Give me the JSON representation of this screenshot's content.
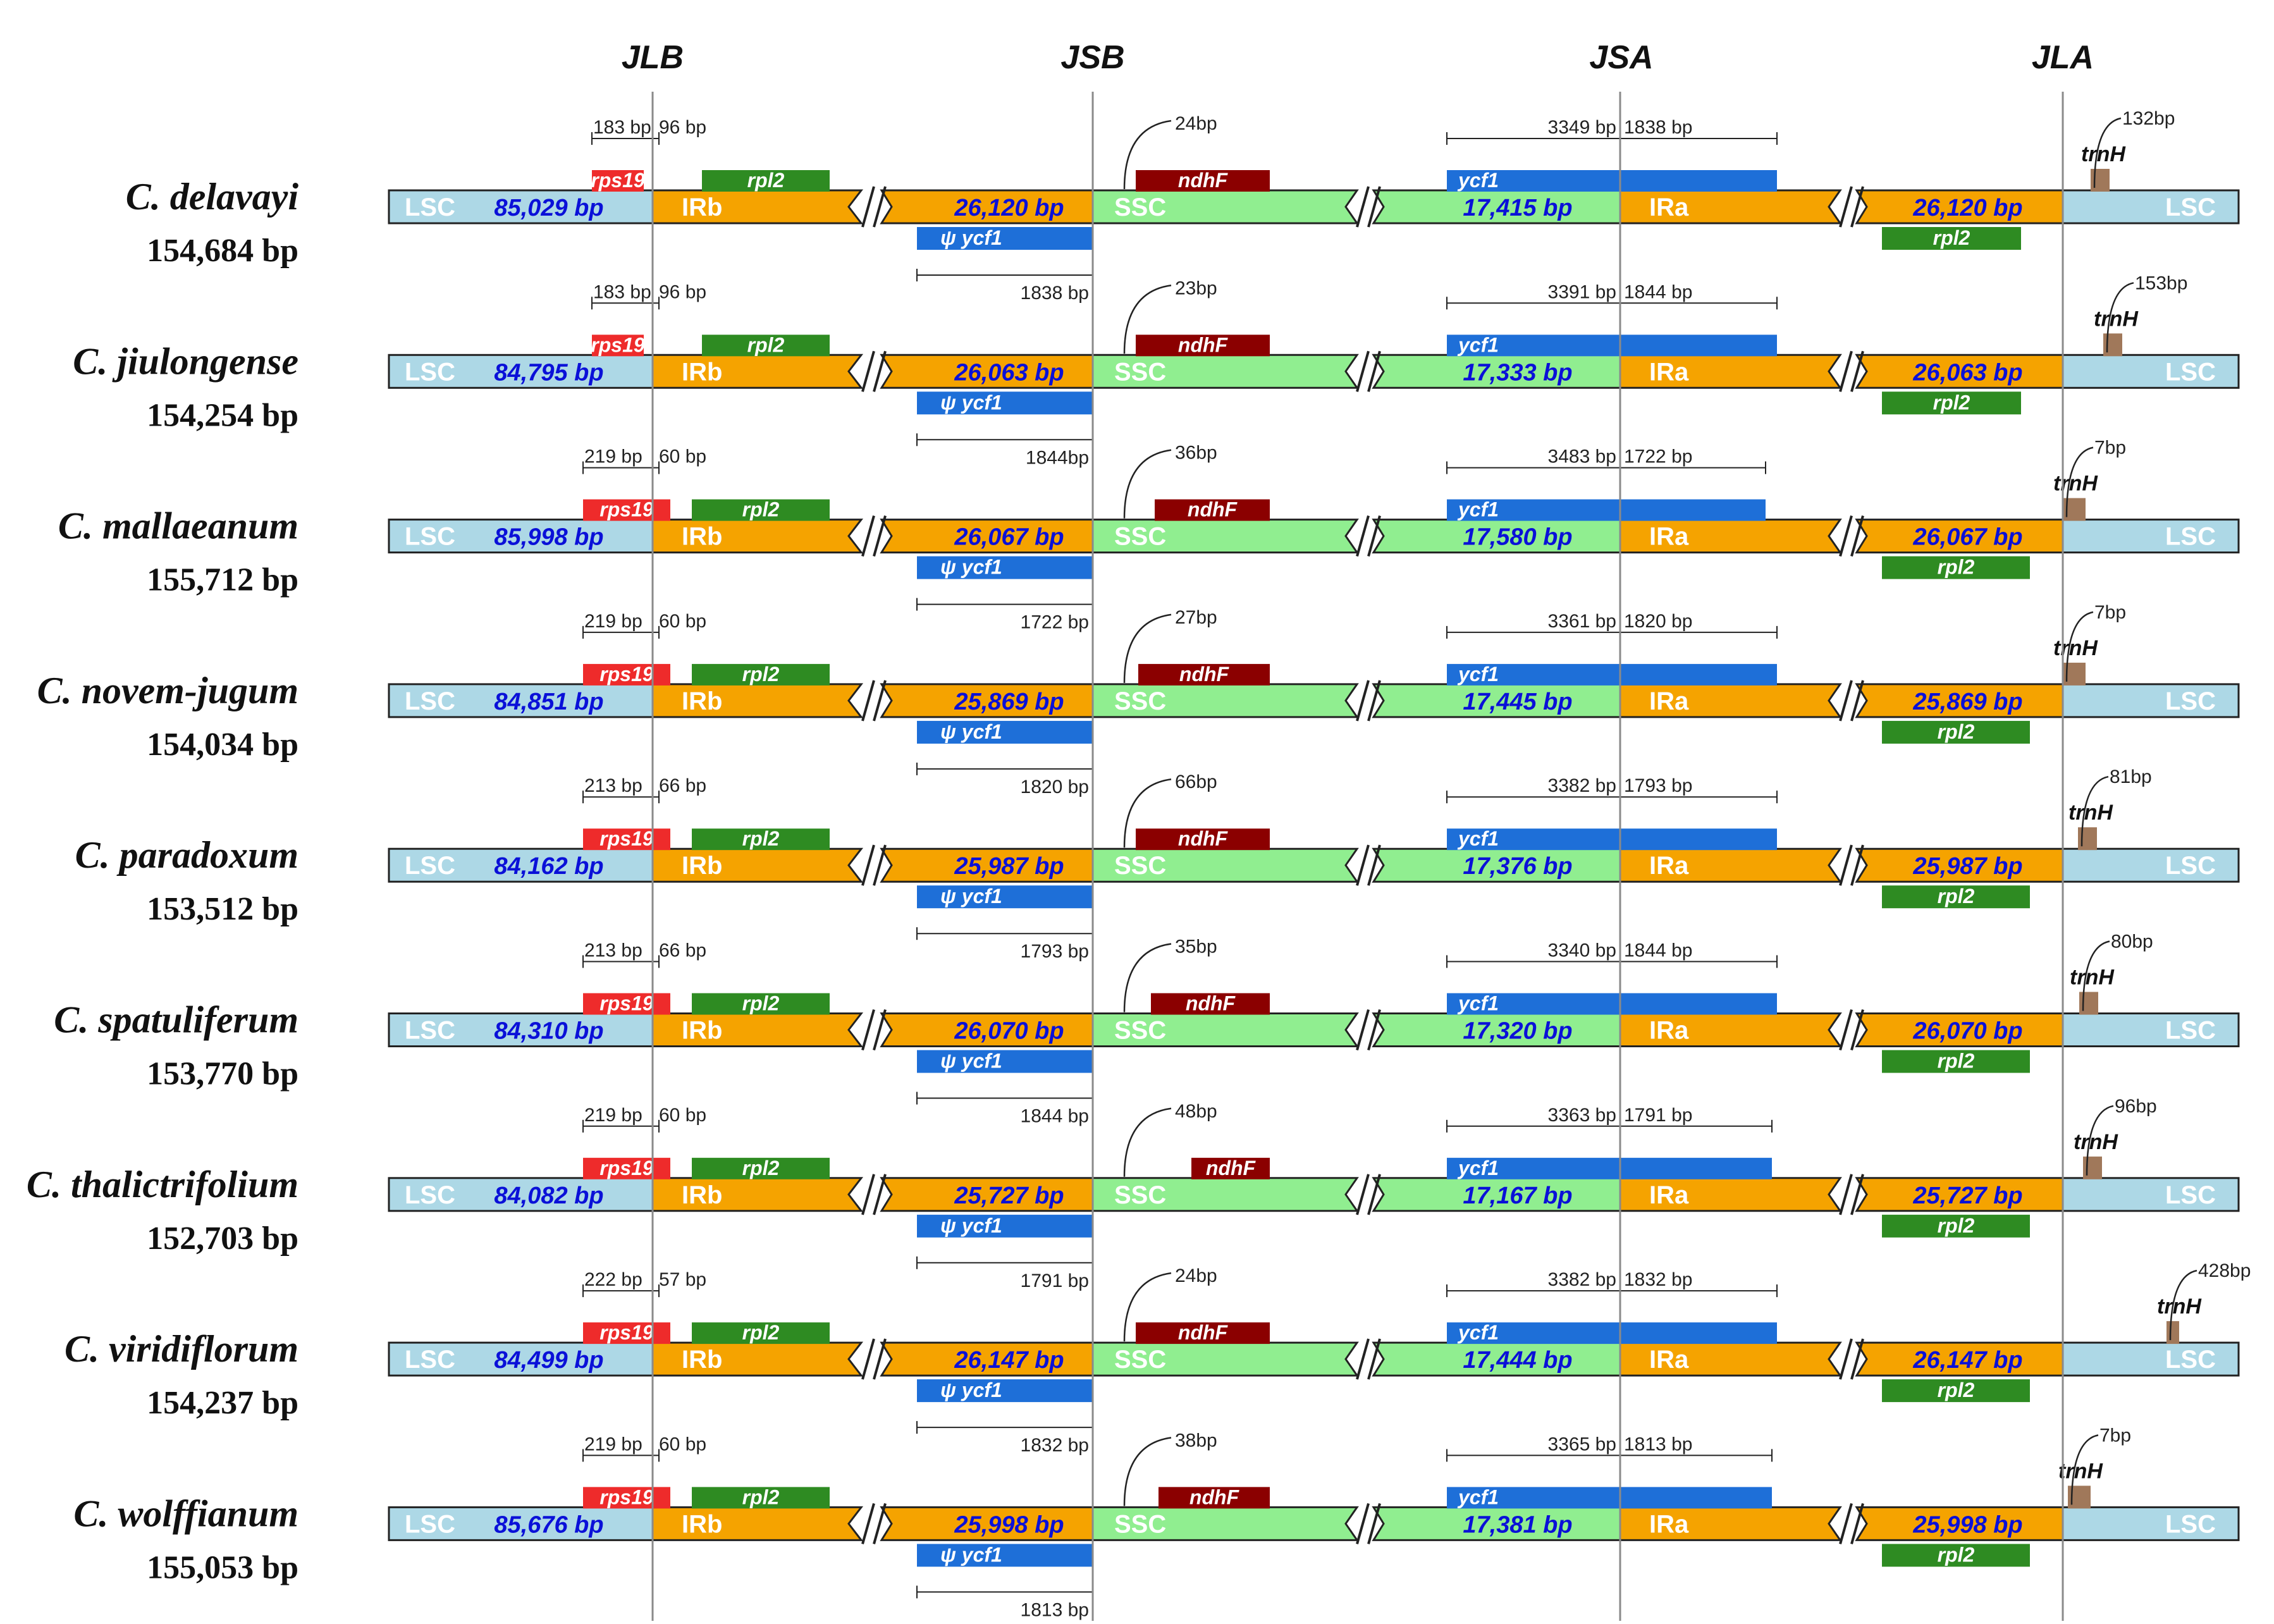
{
  "junctions": [
    "JLB",
    "JSB",
    "JSA",
    "JLA"
  ],
  "colors": {
    "lsc": "#add8e6",
    "ir": "#f5a300",
    "ssc": "#90ee90",
    "rps19": "#ee2b2b",
    "rpl2": "#2e8b22",
    "ycf1": "#1e6fd8",
    "ndhF": "#8b0000",
    "trnH": "#a0785a",
    "length_text": "#0a10d8",
    "region_label": "#ffffff"
  },
  "region_labels": {
    "lsc": "LSC",
    "irb": "IRb",
    "ssc": "SSC",
    "ira": "IRa"
  },
  "gene_labels": {
    "rps19": "rps19",
    "rpl2": "rpl2",
    "ndhF": "ndhF",
    "ycf1": "ycf1",
    "psi_ycf1": "ψ ycf1",
    "trnH": "trnH"
  },
  "species": [
    {
      "name": "C. delavayi",
      "total": "154,684 bp",
      "lsc": "85,029 bp",
      "ir": "26,120 bp",
      "ssc": "17,415 bp",
      "rps19_l": "183 bp",
      "rps19_r": "96 bp",
      "ndhf": "24bp",
      "ycf1_l": "3349 bp",
      "ycf1_r": "1838 bp",
      "psi": "1838 bp",
      "trnh": "132bp"
    },
    {
      "name": "C. jiulongense",
      "total": "154,254 bp",
      "lsc": "84,795 bp",
      "ir": "26,063 bp",
      "ssc": "17,333 bp",
      "rps19_l": "183 bp",
      "rps19_r": "96 bp",
      "ndhf": "23bp",
      "ycf1_l": "3391 bp",
      "ycf1_r": "1844 bp",
      "psi": "1844bp",
      "trnh": "153bp"
    },
    {
      "name": "C. mallaeanum",
      "total": "155,712 bp",
      "lsc": "85,998 bp",
      "ir": "26,067 bp",
      "ssc": "17,580 bp",
      "rps19_l": "219 bp",
      "rps19_r": "60 bp",
      "ndhf": "36bp",
      "ycf1_l": "3483 bp",
      "ycf1_r": "1722 bp",
      "psi": "1722 bp",
      "trnh": "7bp"
    },
    {
      "name": "C. novem-jugum",
      "total": "154,034 bp",
      "lsc": "84,851 bp",
      "ir": "25,869 bp",
      "ssc": "17,445 bp",
      "rps19_l": "219 bp",
      "rps19_r": "60 bp",
      "ndhf": "27bp",
      "ycf1_l": "3361 bp",
      "ycf1_r": "1820 bp",
      "psi": "1820 bp",
      "trnh": "7bp"
    },
    {
      "name": "C. paradoxum",
      "total": "153,512 bp",
      "lsc": "84,162 bp",
      "ir": "25,987 bp",
      "ssc": "17,376 bp",
      "rps19_l": "213 bp",
      "rps19_r": "66 bp",
      "ndhf": "66bp",
      "ycf1_l": "3382 bp",
      "ycf1_r": "1793 bp",
      "psi": "1793 bp",
      "trnh": "81bp"
    },
    {
      "name": "C. spatuliferum",
      "total": "153,770 bp",
      "lsc": "84,310 bp",
      "ir": "26,070 bp",
      "ssc": "17,320 bp",
      "rps19_l": "213 bp",
      "rps19_r": "66 bp",
      "ndhf": "35bp",
      "ycf1_l": "3340 bp",
      "ycf1_r": "1844 bp",
      "psi": "1844 bp",
      "trnh": "80bp"
    },
    {
      "name": "C. thalictrifolium",
      "total": "152,703 bp",
      "lsc": "84,082 bp",
      "ir": "25,727 bp",
      "ssc": "17,167 bp",
      "rps19_l": "219 bp",
      "rps19_r": "60 bp",
      "ndhf": "48bp",
      "ycf1_l": "3363 bp",
      "ycf1_r": "1791 bp",
      "psi": "1791 bp",
      "trnh": "96bp"
    },
    {
      "name": "C. viridiflorum",
      "total": "154,237 bp",
      "lsc": "84,499 bp",
      "ir": "26,147 bp",
      "ssc": "17,444 bp",
      "rps19_l": "222 bp",
      "rps19_r": "57 bp",
      "ndhf": "24bp",
      "ycf1_l": "3382 bp",
      "ycf1_r": "1832 bp",
      "psi": "1832 bp",
      "trnh": "428bp"
    },
    {
      "name": "C. wolffianum",
      "total": "155,053 bp",
      "lsc": "85,676 bp",
      "ir": "25,998 bp",
      "ssc": "17,381 bp",
      "rps19_l": "219 bp",
      "rps19_r": "60 bp",
      "ndhf": "38bp",
      "ycf1_l": "3365 bp",
      "ycf1_r": "1813 bp",
      "psi": "1813 bp",
      "trnh": "7bp"
    }
  ]
}
